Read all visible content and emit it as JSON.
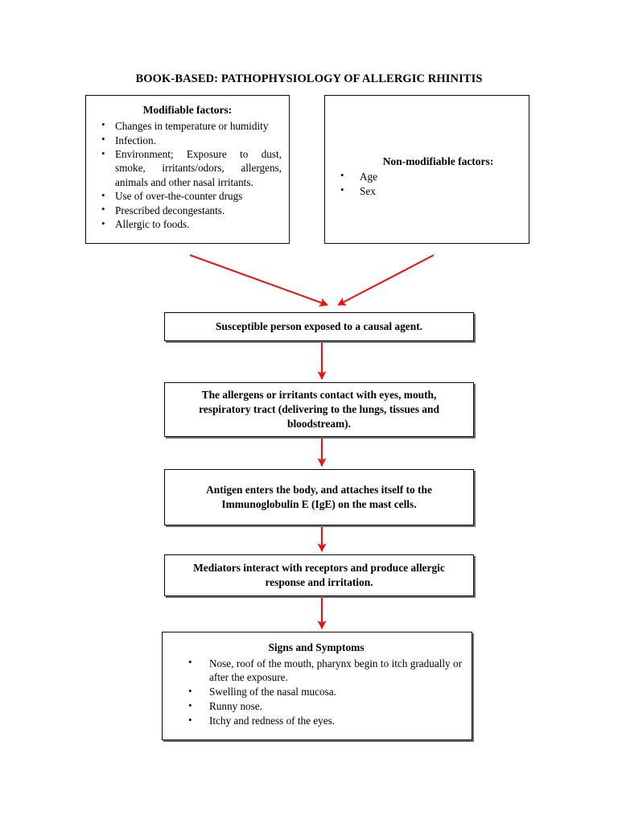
{
  "title": "BOOK-BASED: PATHOPHYSIOLOGY OF ALLERGIC RHINITIS",
  "colors": {
    "arrow": "#ee1111",
    "box_border": "#0b0b0b",
    "text": "#000000",
    "background": "#ffffff"
  },
  "modifiable": {
    "heading": "Modifiable factors:",
    "items": [
      "Changes in temperature or humidity",
      "Infection.",
      "Environment; Exposure to dust, smoke, irritants/odors, allergens, animals and other nasal irritants.",
      "Use of over-the-counter drugs",
      "Prescribed decongestants.",
      "Allergic to foods."
    ]
  },
  "nonmodifiable": {
    "heading": "Non-modifiable factors:",
    "items": [
      "Age",
      "Sex"
    ]
  },
  "process": [
    {
      "id": "p1",
      "text": "Susceptible person exposed to a causal agent."
    },
    {
      "id": "p2",
      "text": "The allergens or irritants contact with eyes, mouth, respiratory tract (delivering to the lungs, tissues and bloodstream)."
    },
    {
      "id": "p3",
      "text": "Antigen enters the body, and attaches itself to the Immunoglobulin E (IgE) on the mast cells."
    },
    {
      "id": "p4",
      "text": "Mediators interact with receptors and produce allergic response and irritation."
    }
  ],
  "signs": {
    "heading": "Signs and Symptoms",
    "items": [
      "Nose, roof of the mouth, pharynx begin to itch gradually or after the exposure.",
      "Swelling of the nasal mucosa.",
      "Runny nose.",
      "Itchy and redness of the eyes."
    ]
  },
  "arrows": [
    {
      "name": "arrow-modifiable-to-p1",
      "from": "modifiable-box",
      "to": "process-1"
    },
    {
      "name": "arrow-nonmodifiable-to-p1",
      "from": "nonmodifiable-box",
      "to": "process-1"
    },
    {
      "name": "arrow-p1-to-p2",
      "from": "process-1",
      "to": "process-2"
    },
    {
      "name": "arrow-p2-to-p3",
      "from": "process-2",
      "to": "process-3"
    },
    {
      "name": "arrow-p3-to-p4",
      "from": "process-3",
      "to": "process-4"
    },
    {
      "name": "arrow-p4-to-signs",
      "from": "process-4",
      "to": "signs-and-symptoms"
    }
  ]
}
